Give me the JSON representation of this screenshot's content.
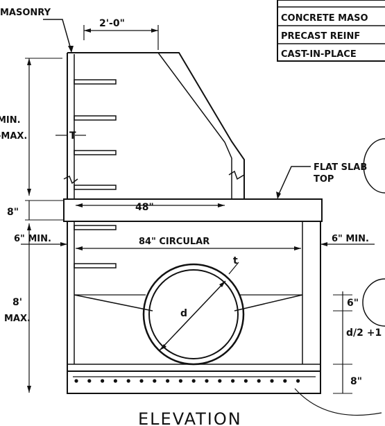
{
  "materials_table": {
    "rows": [
      "CONCRETE MASO",
      "PRECAST REINF",
      "CAST-IN-PLACE"
    ]
  },
  "labels": {
    "masonry": "MASONRY",
    "width_top": "2'-0\"",
    "min_left": "MIN.",
    "max_left": "-MAX.",
    "wall_t": "T",
    "slab_thickness": "8\"",
    "flat_slab_line1": "FLAT SLAB",
    "flat_slab_line2": "TOP",
    "opening_48": "48\"",
    "min6_left": "6\" MIN.",
    "diameter_84": "84\" CIRCULAR",
    "min6_right": "6\" MIN.",
    "pipe_t": "t",
    "pipe_d": "d",
    "max_height_line1": "8'",
    "max_height_line2": "MAX.",
    "dim_6": "6\"",
    "dim_d2": "d/2 +1",
    "dim_8_base": "8\"",
    "title": "ELEVATION"
  }
}
